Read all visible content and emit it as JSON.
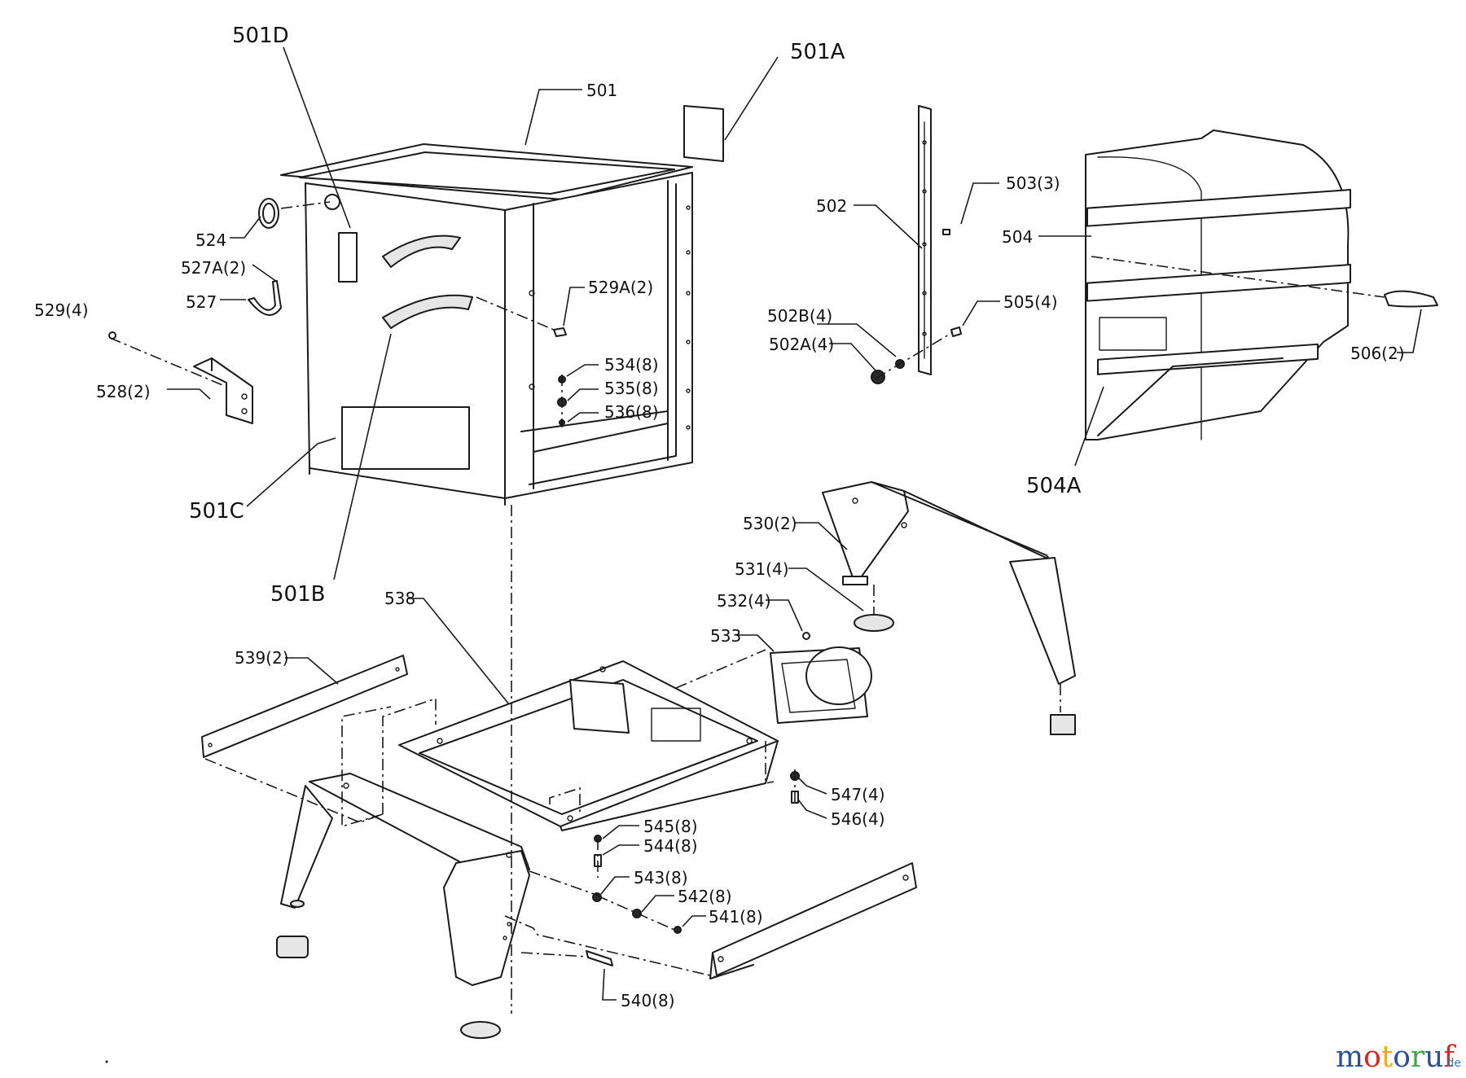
{
  "labels": {
    "l501D": "501D",
    "l501": "501",
    "l501A": "501A",
    "l524": "524",
    "l527A": "527A(2)",
    "l527": "527",
    "l529": "529(4)",
    "l528": "528(2)",
    "l529A": "529A(2)",
    "l534": "534(8)",
    "l535": "535(8)",
    "l536": "536(8)",
    "l501C": "501C",
    "l501B": "501B",
    "l502": "502",
    "l503": "503(3)",
    "l502B": "502B(4)",
    "l502A": "502A(4)",
    "l505": "505(4)",
    "l504": "504",
    "l506": "506(2)",
    "l504A": "504A",
    "l530": "530(2)",
    "l531": "531(4)",
    "l532": "532(4)",
    "l533": "533",
    "l538": "538",
    "l539": "539(2)",
    "l547": "547(4)",
    "l546": "546(4)",
    "l545": "545(8)",
    "l544": "544(8)",
    "l543": "543(8)",
    "l542": "542(8)",
    "l541": "541(8)",
    "l540": "540(8)"
  },
  "watermark": {
    "brand": "motoruf",
    "suffix": ".de",
    "colors": [
      "#2b4fa0",
      "#e2231a",
      "#f7a81b",
      "#2b4fa0",
      "#3aa845",
      "#2b4fa0",
      "#e2231a"
    ]
  }
}
